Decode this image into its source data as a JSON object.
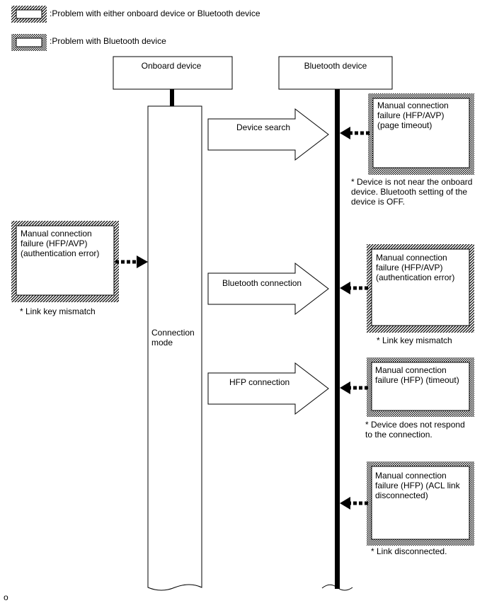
{
  "legend": {
    "either_label": ":Problem with either onboard device or Bluetooth device",
    "bluetooth_label": ":Problem with Bluetooth device"
  },
  "onboard": {
    "title": "Onboard device",
    "mode_lines": [
      "Connection",
      "mode"
    ]
  },
  "bluetooth": {
    "title": "Bluetooth device"
  },
  "steps": {
    "device_search": "Device search",
    "bluetooth_connection": "Bluetooth connection",
    "hfp_connection": "HFP connection"
  },
  "failures": {
    "page_timeout": {
      "lines": [
        "Manual connection",
        "failure (HFP/AVP)",
        "(page timeout)"
      ],
      "note_lines": [
        "* Device is not near the onboard",
        "device. Bluetooth setting of the",
        "device is OFF."
      ]
    },
    "auth_error_onboard": {
      "lines": [
        "Manual connection",
        "failure (HFP/AVP)",
        "(authentication error)"
      ],
      "note_lines": [
        "* Link key mismatch"
      ]
    },
    "auth_error_bt": {
      "lines": [
        "Manual connection",
        "failure (HFP/AVP)",
        "(authentication error)"
      ],
      "note_lines": [
        "* Link key mismatch"
      ]
    },
    "hfp_timeout": {
      "lines": [
        "Manual connection",
        "failure (HFP) (timeout)"
      ],
      "note_lines": [
        "* Device does not respond",
        "to the connection."
      ]
    },
    "acl_disconnect": {
      "lines": [
        "Manual connection",
        "failure (HFP) (ACL link",
        "disconnected)"
      ],
      "note_lines": [
        "* Link disconnected."
      ]
    }
  },
  "footer_code": "o"
}
